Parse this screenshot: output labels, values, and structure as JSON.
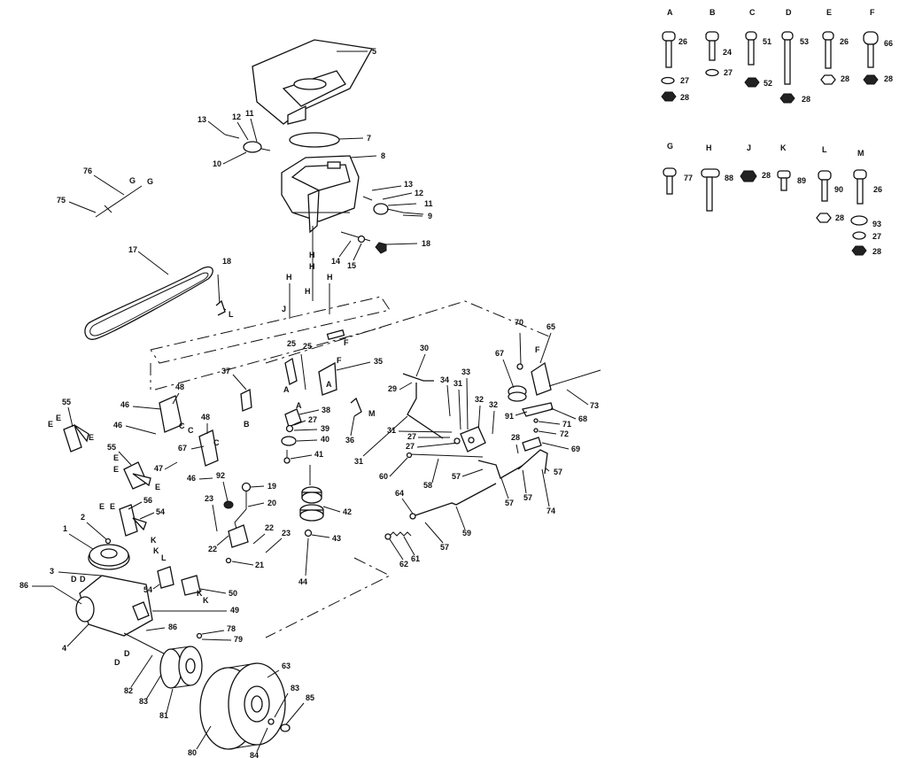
{
  "hardware_kit": {
    "row1": [
      {
        "letter": "A",
        "bolt": "26",
        "washer": "27",
        "nut": "28"
      },
      {
        "letter": "B",
        "bolt": "24",
        "washer": "27"
      },
      {
        "letter": "C",
        "bolt": "51",
        "nut": "52"
      },
      {
        "letter": "D",
        "bolt": "53",
        "nut": "28"
      },
      {
        "letter": "E",
        "bolt": "26",
        "nut": "28"
      },
      {
        "letter": "F",
        "bolt": "66",
        "nut": "28"
      }
    ],
    "row2": [
      {
        "letter": "G",
        "bolt": "77"
      },
      {
        "letter": "H",
        "bolt": "88"
      },
      {
        "letter": "J",
        "nut": "28"
      },
      {
        "letter": "K",
        "bolt": "89"
      },
      {
        "letter": "L",
        "bolt": "90",
        "nut": "28"
      },
      {
        "letter": "M",
        "bolt": "26",
        "washer1": "93",
        "washer2": "27",
        "nut": "28"
      }
    ]
  },
  "callouts": {
    "c5": "5",
    "c7": "7",
    "c8": "8",
    "c13a": "13",
    "c12a": "12",
    "c11a": "11",
    "c10": "10",
    "c13b": "13",
    "c12b": "12",
    "c11b": "11",
    "c9": "9",
    "c18a": "18",
    "c14": "14",
    "c15": "15",
    "c76": "76",
    "c75": "75",
    "c17": "17",
    "c18b": "18",
    "c25a": "25",
    "c25b": "25",
    "c35": "35",
    "c37": "37",
    "c38": "38",
    "c27a": "27",
    "c39": "39",
    "c40": "40",
    "c41": "41",
    "c36": "36",
    "c30": "30",
    "c29": "29",
    "c34": "34",
    "c33": "33",
    "c31a": "31",
    "c32a": "32",
    "c32b": "32",
    "c31b": "31",
    "c27b": "27",
    "c27c": "27",
    "c31c": "31",
    "c60": "60",
    "c58": "58",
    "c57a": "57",
    "c57b": "57",
    "c57c": "57",
    "c57d": "57",
    "c70": "70",
    "c65": "65",
    "c67a": "67",
    "c91": "91",
    "c73": "73",
    "c68": "68",
    "c71": "71",
    "c72": "72",
    "c69": "69",
    "c28a": "28",
    "c74": "74",
    "c59": "59",
    "c64": "64",
    "c61": "61",
    "c62": "62",
    "c55a": "55",
    "c46a": "46",
    "c48a": "48",
    "c46b": "46",
    "c48b": "48",
    "c55b": "55",
    "c67b": "67",
    "c47": "47",
    "c46c": "46",
    "c92": "92",
    "c19": "19",
    "c20": "20",
    "c23a": "23",
    "c22a": "22",
    "c22b": "22",
    "c23b": "23",
    "c21": "21",
    "c42": "42",
    "c43": "43",
    "c44": "44",
    "c56": "56",
    "c54a": "54",
    "c2": "2",
    "c1": "1",
    "c3": "3",
    "c86a": "86",
    "c54b": "54",
    "c50": "50",
    "c49": "49",
    "c86b": "86",
    "c4": "4",
    "c78": "78",
    "c79": "79",
    "c82": "82",
    "c83a": "83",
    "c81": "81",
    "c63": "63",
    "c83b": "83",
    "c85": "85",
    "c80": "80",
    "c84": "84"
  },
  "letter_tags": {
    "G": "G",
    "H": "H",
    "J": "J",
    "L": "L",
    "F": "F",
    "A": "A",
    "B": "B",
    "C": "C",
    "D": "D",
    "E": "E",
    "K": "K",
    "M": "M"
  }
}
